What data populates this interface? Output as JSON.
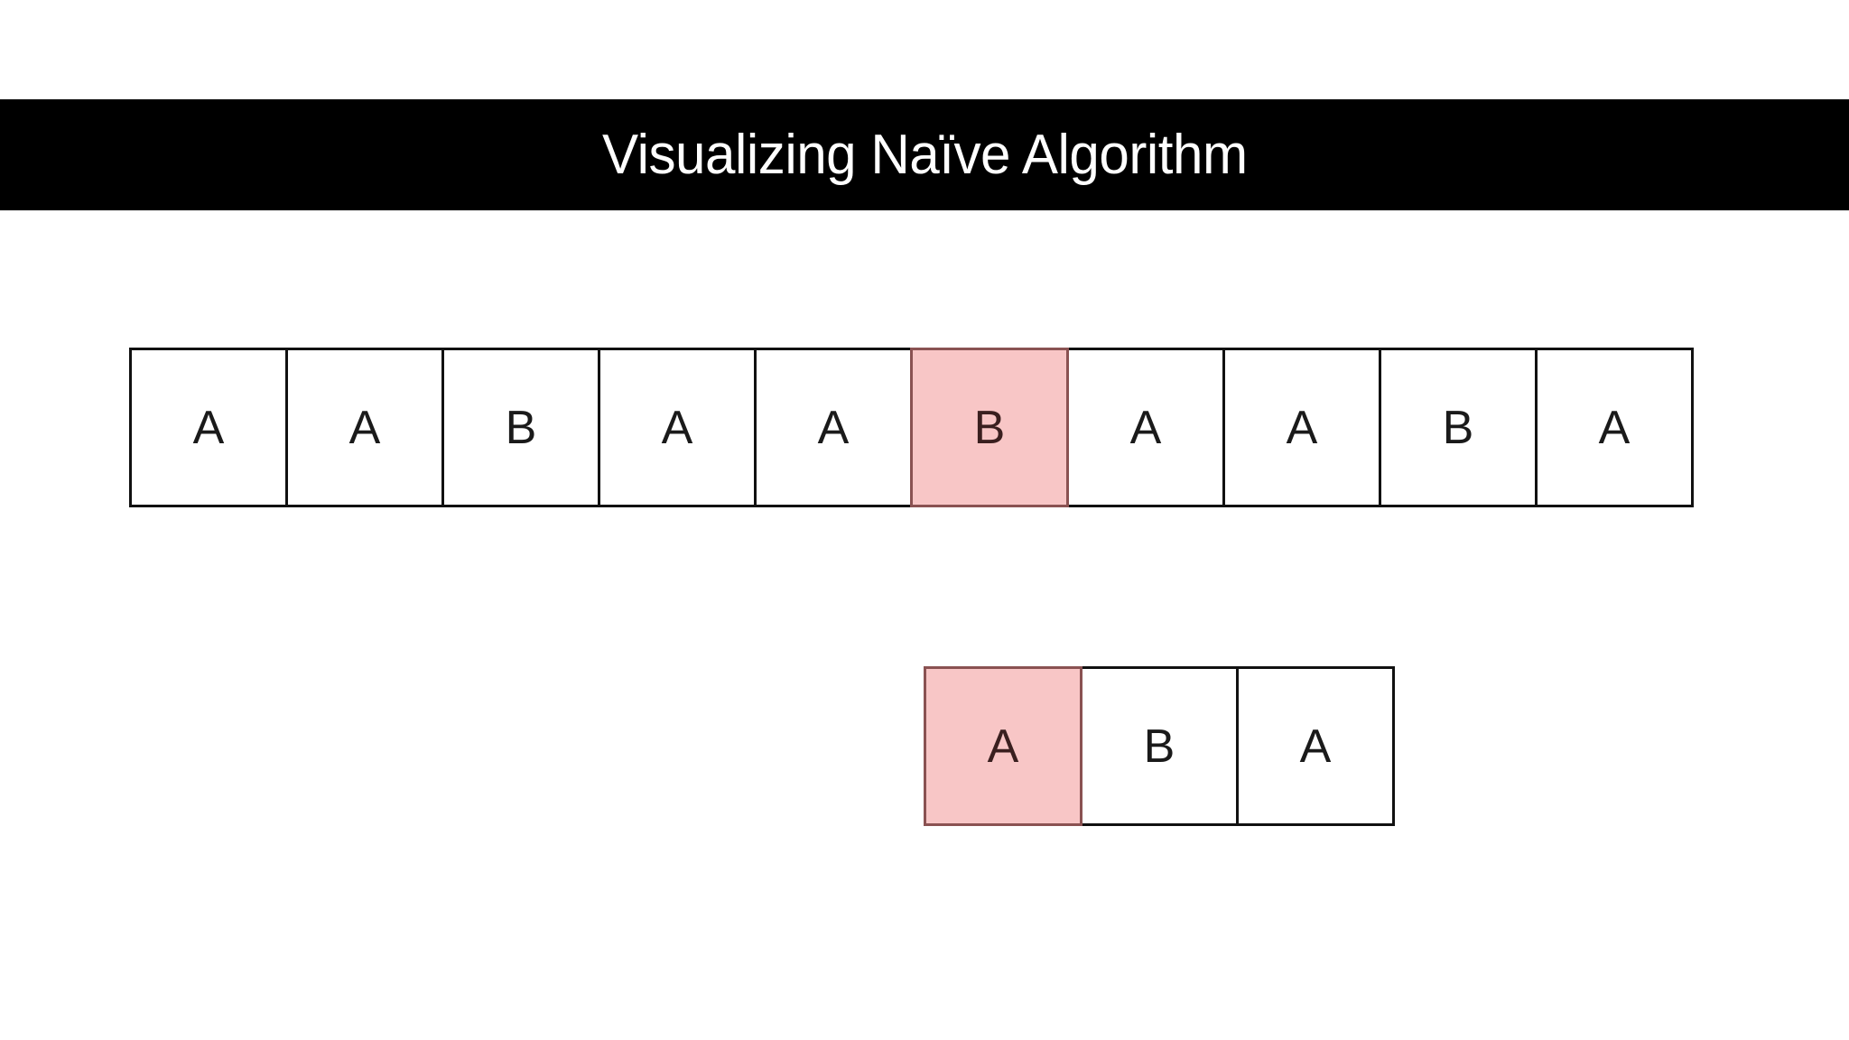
{
  "slide": {
    "background_color": "#ffffff",
    "title": "Visualizing Naïve Algorithm",
    "banner_color": "#000000",
    "title_color": "#ffffff"
  },
  "colors": {
    "cell_border": "#111111",
    "cell_fill": "#ffffff",
    "highlight_fill": "#F8C6C6",
    "highlight_border": "#8a5252",
    "text": "#1a1a1a"
  },
  "text_row": {
    "name": "text-string",
    "cells": [
      {
        "label": "A",
        "highlight": false
      },
      {
        "label": "A",
        "highlight": false
      },
      {
        "label": "B",
        "highlight": false
      },
      {
        "label": "A",
        "highlight": false
      },
      {
        "label": "A",
        "highlight": false
      },
      {
        "label": "B",
        "highlight": true
      },
      {
        "label": "A",
        "highlight": false
      },
      {
        "label": "A",
        "highlight": false
      },
      {
        "label": "B",
        "highlight": false
      },
      {
        "label": "A",
        "highlight": false
      }
    ]
  },
  "pattern_row": {
    "name": "pattern-string",
    "cells": [
      {
        "label": "A",
        "highlight": true
      },
      {
        "label": "B",
        "highlight": false
      },
      {
        "label": "A",
        "highlight": false
      }
    ]
  }
}
